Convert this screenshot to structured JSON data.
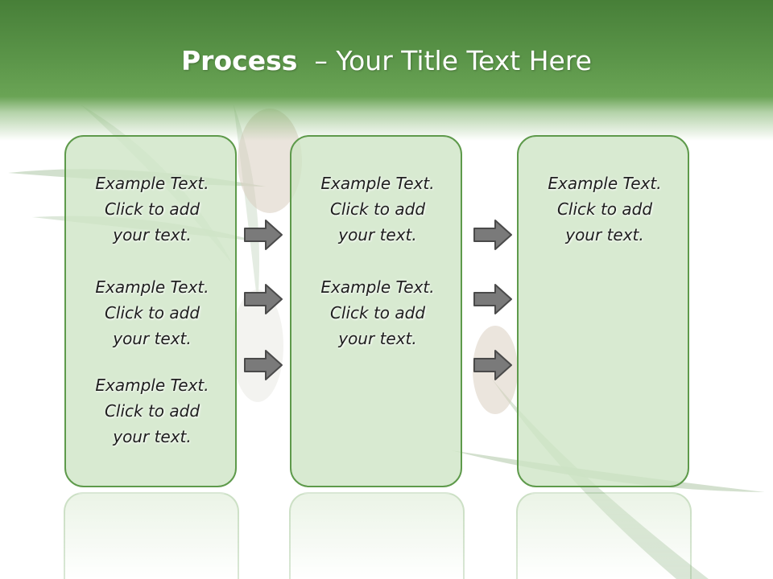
{
  "slide": {
    "title_bold": "Process",
    "title_rest": "– Your Title Text Here"
  },
  "panels": [
    {
      "items": [
        [
          "Example Text.",
          "Click  to add",
          "your text."
        ],
        [
          "Example Text.",
          "Click  to add",
          "your text."
        ],
        [
          "Example Text.",
          "Click  to add",
          "your text."
        ]
      ]
    },
    {
      "items": [
        [
          "Example Text.",
          "Click  to add",
          "your text."
        ],
        [
          "Example Text.",
          "Click  to add",
          "your text."
        ]
      ]
    },
    {
      "items": [
        [
          "Example Text.",
          "Click  to add",
          "your text."
        ]
      ]
    }
  ],
  "colors": {
    "header_green": "#4f8a3f",
    "panel_border": "#5e9a4b",
    "panel_fill": "#d5e8cd",
    "arrow_fill": "#7a7a7a"
  },
  "icons": [
    "arrow-right-icon"
  ]
}
